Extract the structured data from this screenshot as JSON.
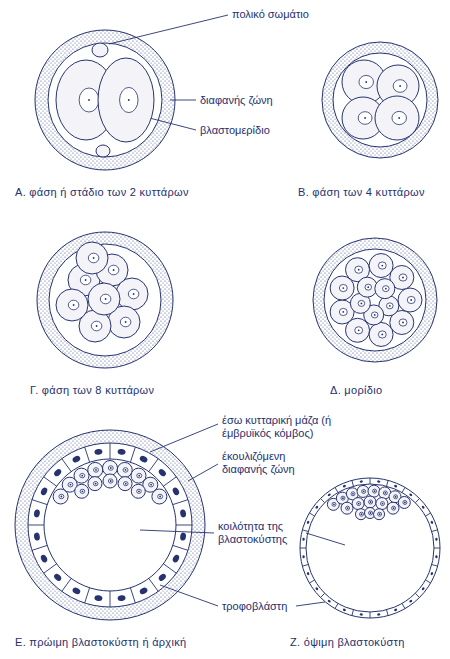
{
  "diagram": {
    "labels": [
      "πολικό σωμάτιο",
      "διαφανής ζώνη",
      "βλαστομερίδιο",
      "Α. φάση ή στάδιο των 2 κυττάρων",
      "Β. φάση των 4 κυττάρων",
      "Γ. φάση των 8 κυττάρων",
      "Δ. μορίδιο",
      "έσω κυτταρική μάζα (ή έμβρυϊκός κόμβος)",
      "έκουλιζόμενη διαφανής ζώνη",
      "κοιλότητα της βλαστοκύστης",
      "τροφοβλάστη",
      "Ε. πρώιμη βλαστοκύστη ή άρχική",
      "Ζ. όψιμη βλαστοκύστη"
    ]
  }
}
